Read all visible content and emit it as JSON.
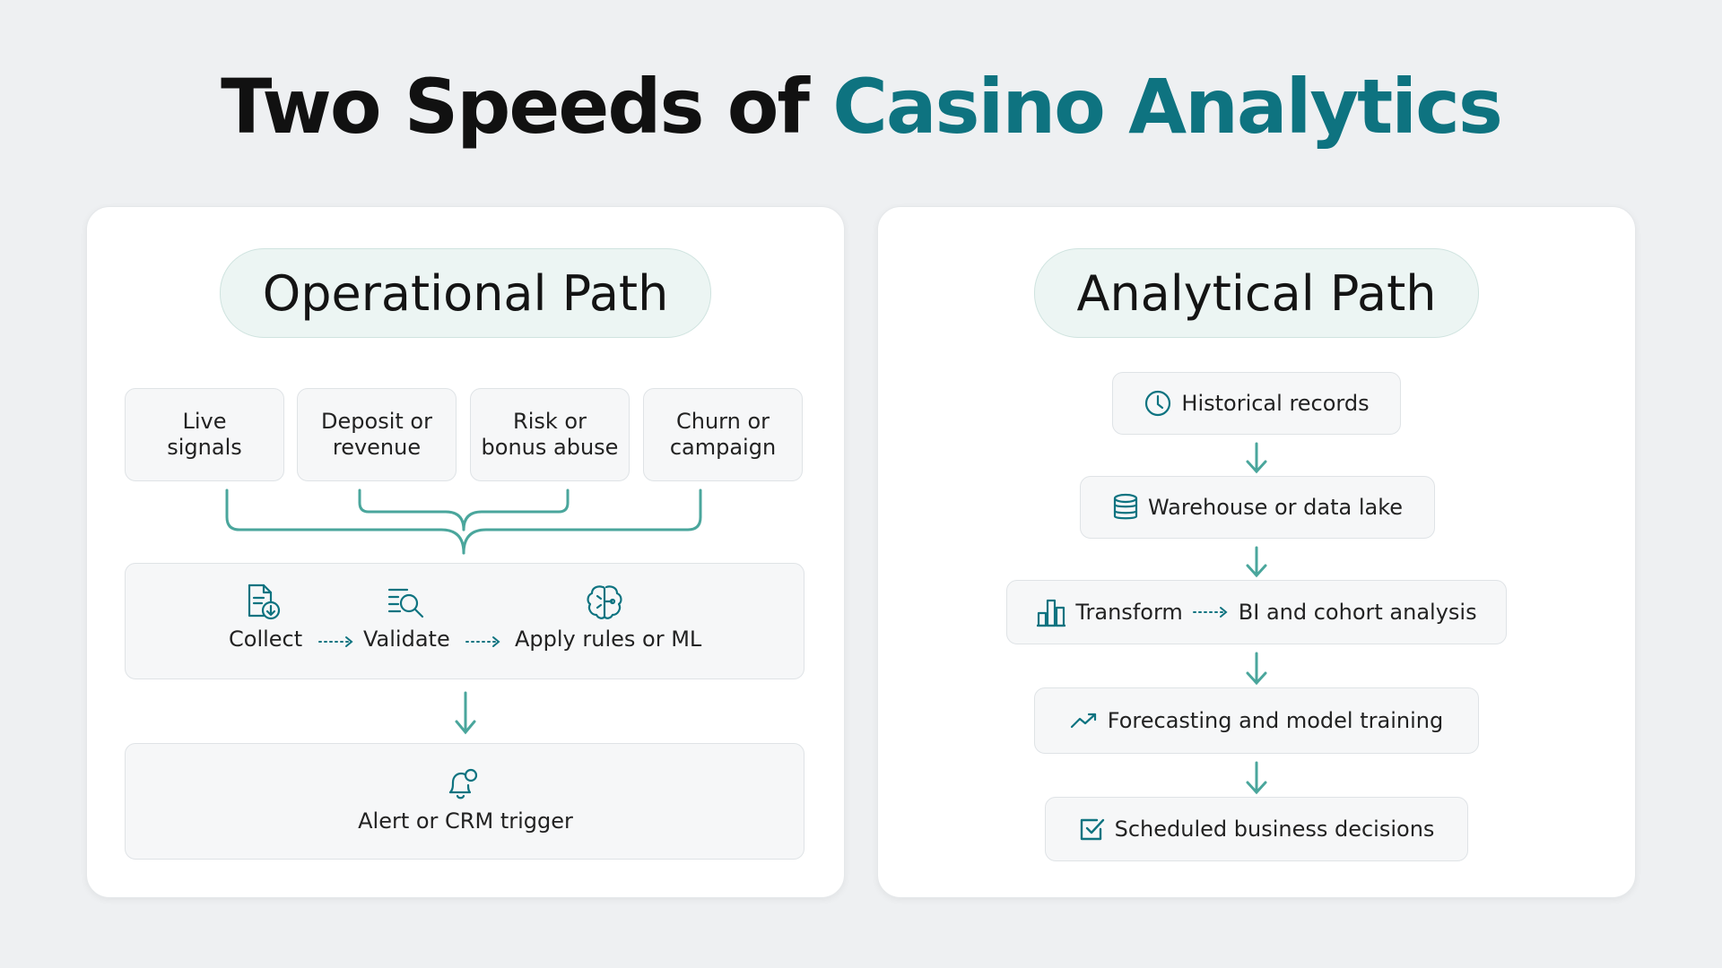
{
  "title": {
    "main": "Two Speeds of ",
    "accent": "Casino Analytics"
  },
  "colors": {
    "accent": "#0e7380",
    "connector": "#4aa69c",
    "background": "#eef0f2"
  },
  "operational": {
    "heading": "Operational Path",
    "sources": [
      "Live\nsignals",
      "Deposit or\nrevenue",
      "Risk or\nbonus abuse",
      "Churn or\ncampaign"
    ],
    "steps": [
      {
        "label": "Collect",
        "icon": "document-download-icon"
      },
      {
        "label": "Validate",
        "icon": "search-list-icon"
      },
      {
        "label": "Apply rules or ML",
        "icon": "brain-icon"
      }
    ],
    "output": {
      "label": "Alert or CRM trigger",
      "icon": "bell-icon"
    }
  },
  "analytical": {
    "heading": "Analytical Path",
    "steps": [
      {
        "label": "Historical records",
        "icon": "clock-icon"
      },
      {
        "label": "Warehouse or data lake",
        "icon": "database-icon"
      },
      {
        "label": "Transform",
        "label2": "BI and cohort analysis",
        "icon": "bar-chart-icon"
      },
      {
        "label": "Forecasting and model training",
        "icon": "trend-up-icon"
      },
      {
        "label": "Scheduled business decisions",
        "icon": "checkbox-icon"
      }
    ]
  }
}
